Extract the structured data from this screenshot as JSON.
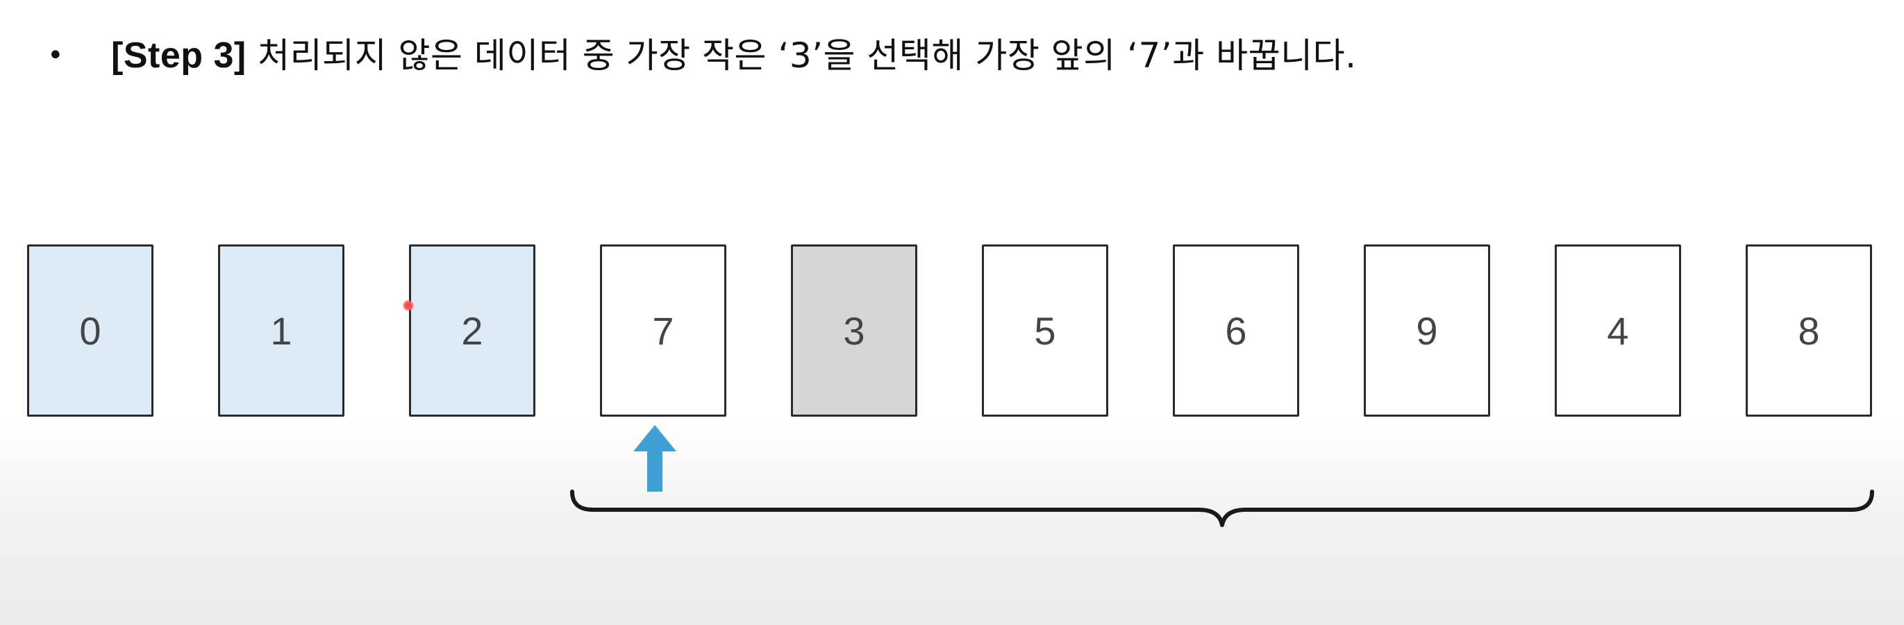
{
  "heading": {
    "bullet": "•",
    "step_tag": "[Step 3]",
    "text": " 처리되지 않은 데이터 중 가장 작은 ‘3’을 선택해 가장 앞의 ‘7’과 바꿉니다."
  },
  "cards": [
    {
      "value": "0",
      "state": "sorted"
    },
    {
      "value": "1",
      "state": "sorted"
    },
    {
      "value": "2",
      "state": "sorted"
    },
    {
      "value": "7",
      "state": "current"
    },
    {
      "value": "3",
      "state": "selected"
    },
    {
      "value": "5",
      "state": "unsorted"
    },
    {
      "value": "6",
      "state": "unsorted"
    },
    {
      "value": "9",
      "state": "unsorted"
    },
    {
      "value": "4",
      "state": "unsorted"
    },
    {
      "value": "8",
      "state": "unsorted"
    }
  ],
  "colors": {
    "sorted": "#dcebf6",
    "selected": "#d6d6d6",
    "unsorted": "#ffffff",
    "arrow": "#3fa0d6",
    "brace": "#1a1a1a",
    "laser": "#ff3b3b"
  },
  "pointer": {
    "icon": "arrow-up-icon",
    "target_index": 3
  },
  "range": {
    "icon": "curly-brace-icon",
    "start_index": 3,
    "end_index": 9
  }
}
